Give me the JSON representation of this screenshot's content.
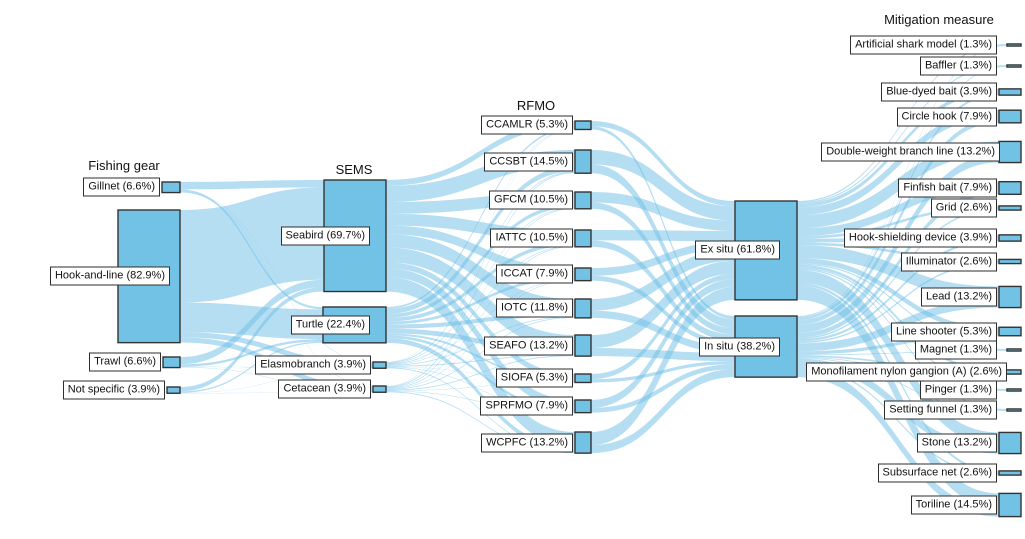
{
  "figure": {
    "background": "#ffffff",
    "node_fill": "#72c2e6",
    "node_stroke": "#333333",
    "ribbon_fill": "#6cbee6",
    "label_box_bg": "#ffffff",
    "label_box_border": "#2e2e2e",
    "text_color": "#111111"
  },
  "chart_data": {
    "type": "sankey",
    "title": "",
    "links": "Individual flow values are not labeled in the figure; ribbons connect adjacent columns with widths proportional to node shares.",
    "columns": [
      {
        "id": "fishing-gear",
        "header": "Fishing gear",
        "nodes": [
          {
            "name": "Gillnet",
            "value": 6.6
          },
          {
            "name": "Hook-and-line",
            "value": 82.9
          },
          {
            "name": "Trawl",
            "value": 6.6
          },
          {
            "name": "Not specific",
            "value": 3.9
          }
        ]
      },
      {
        "id": "sems",
        "header": "SEMS",
        "nodes": [
          {
            "name": "Seabird",
            "value": 69.7
          },
          {
            "name": "Turtle",
            "value": 22.4
          },
          {
            "name": "Elasmobranch",
            "value": 3.9
          },
          {
            "name": "Cetacean",
            "value": 3.9
          }
        ]
      },
      {
        "id": "rfmo",
        "header": "RFMO",
        "nodes": [
          {
            "name": "CCAMLR",
            "value": 5.3
          },
          {
            "name": "CCSBT",
            "value": 14.5
          },
          {
            "name": "GFCM",
            "value": 10.5
          },
          {
            "name": "IATTC",
            "value": 10.5
          },
          {
            "name": "ICCAT",
            "value": 7.9
          },
          {
            "name": "IOTC",
            "value": 11.8
          },
          {
            "name": "SEAFO",
            "value": 13.2
          },
          {
            "name": "SIOFA",
            "value": 5.3
          },
          {
            "name": "SPRFMO",
            "value": 7.9
          },
          {
            "name": "WCPFC",
            "value": 13.2
          }
        ]
      },
      {
        "id": "situ",
        "header": "",
        "nodes": [
          {
            "name": "Ex situ",
            "value": 61.8
          },
          {
            "name": "In situ",
            "value": 38.2
          }
        ]
      },
      {
        "id": "mitigation-measure",
        "header": "Mitigation measure",
        "nodes": [
          {
            "name": "Artificial shark model",
            "value": 1.3
          },
          {
            "name": "Baffler",
            "value": 1.3
          },
          {
            "name": "Blue-dyed bait",
            "value": 3.9
          },
          {
            "name": "Circle hook",
            "value": 7.9
          },
          {
            "name": "Double-weight branch line",
            "value": 13.2
          },
          {
            "name": "Finfish bait",
            "value": 7.9
          },
          {
            "name": "Grid",
            "value": 2.6
          },
          {
            "name": "Hook-shielding device",
            "value": 3.9
          },
          {
            "name": "Illuminator",
            "value": 2.6
          },
          {
            "name": "Lead",
            "value": 13.2
          },
          {
            "name": "Line shooter",
            "value": 5.3
          },
          {
            "name": "Magnet",
            "value": 1.3
          },
          {
            "name": "Monofilament nylon gangion (A)",
            "value": 2.6
          },
          {
            "name": "Pinger",
            "value": 1.3
          },
          {
            "name": "Setting funnel",
            "value": 1.3
          },
          {
            "name": "Stone",
            "value": 13.2
          },
          {
            "name": "Subsurface net",
            "value": 2.6
          },
          {
            "name": "Toriline",
            "value": 14.5
          }
        ]
      }
    ]
  }
}
